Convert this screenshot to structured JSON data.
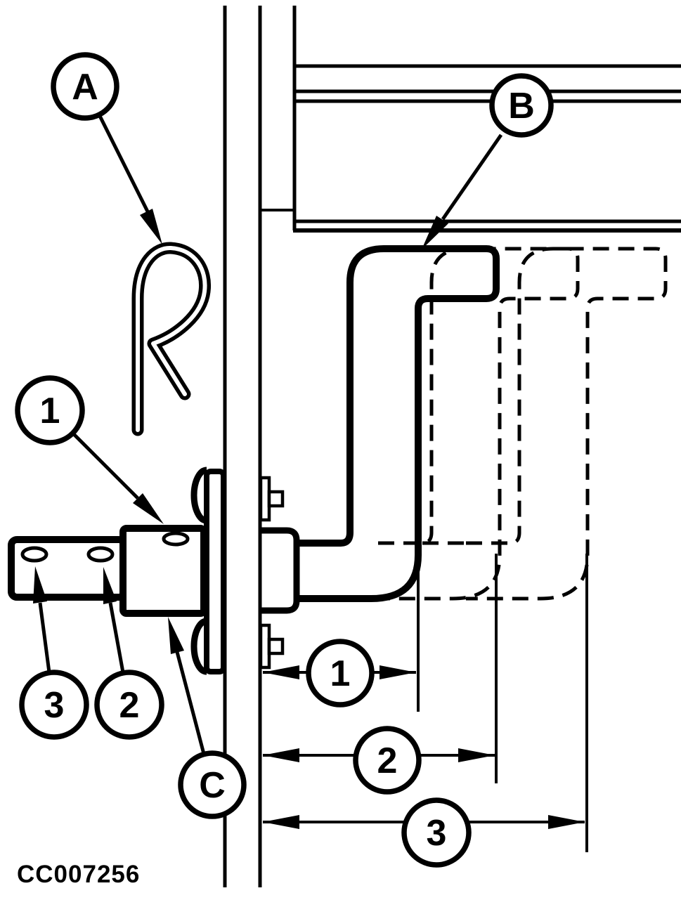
{
  "diagram": {
    "part_code": "CC007256",
    "callouts": {
      "a": "A",
      "b": "B",
      "c": "C",
      "one": "1",
      "two": "2",
      "three": "3"
    },
    "dimension_badges": {
      "one": "1",
      "two": "2",
      "three": "3"
    },
    "colors": {
      "ink": "#000000",
      "paper": "#ffffff"
    }
  }
}
